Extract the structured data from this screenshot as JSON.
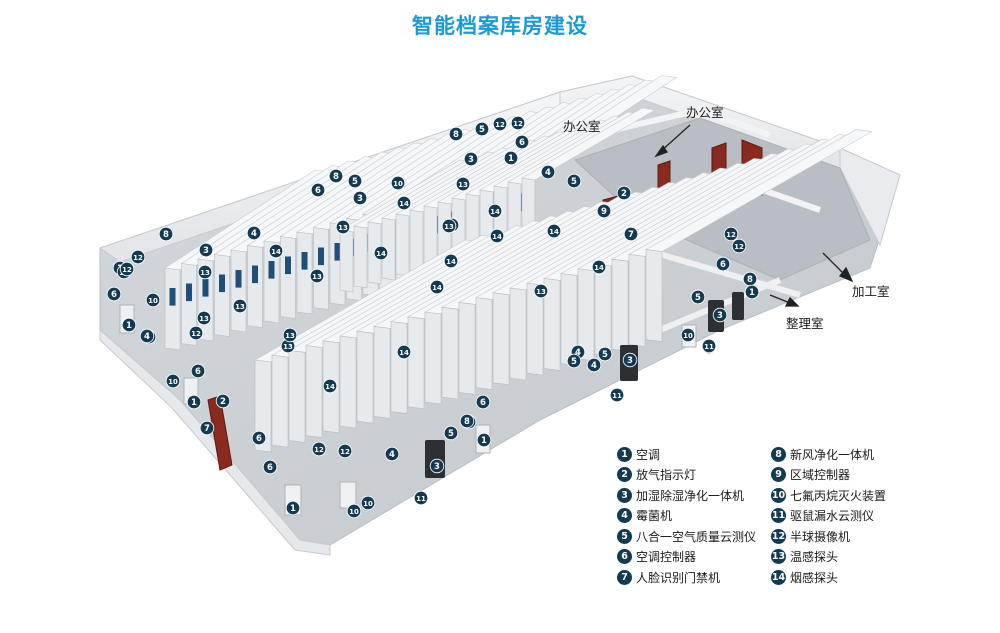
{
  "title": "智能档案库房建设",
  "rooms": {
    "office_left": "办公室",
    "office_right": "办公室",
    "processing": "加工室",
    "sorting": "整理室"
  },
  "legend": [
    {
      "num": "1",
      "label": "空调"
    },
    {
      "num": "2",
      "label": "放气指示灯"
    },
    {
      "num": "3",
      "label": "加湿除湿净化一体机"
    },
    {
      "num": "4",
      "label": "霉菌机"
    },
    {
      "num": "5",
      "label": "八合一空气质量云测仪"
    },
    {
      "num": "6",
      "label": "空调控制器"
    },
    {
      "num": "7",
      "label": "人脸识别门禁机"
    },
    {
      "num": "8",
      "label": "新风净化一体机"
    },
    {
      "num": "9",
      "label": "区域控制器"
    },
    {
      "num": "10",
      "label": "七氟丙烷灭火装置"
    },
    {
      "num": "11",
      "label": "驱鼠漏水云测仪"
    },
    {
      "num": "12",
      "label": "半球摄像机"
    },
    {
      "num": "13",
      "label": "温感探头"
    },
    {
      "num": "14",
      "label": "烟感探头"
    }
  ],
  "markers": [
    "8",
    "5",
    "12",
    "12",
    "6",
    "3",
    "1",
    "8",
    "5",
    "6",
    "3",
    "10",
    "13",
    "4",
    "5",
    "14",
    "4",
    "13",
    "8",
    "3",
    "14",
    "14",
    "13",
    "14",
    "12",
    "1",
    "12",
    "12",
    "13",
    "13",
    "14",
    "14",
    "14",
    "14",
    "14",
    "13",
    "12",
    "13",
    "6",
    "10",
    "1",
    "4",
    "9",
    "7",
    "2",
    "12",
    "12",
    "6",
    "8",
    "5",
    "4",
    "14",
    "13",
    "13",
    "13",
    "14",
    "12",
    "5",
    "4",
    "3",
    "11",
    "10",
    "11",
    "5",
    "8",
    "6",
    "3",
    "11",
    "1",
    "6",
    "10",
    "2",
    "1",
    "10",
    "7",
    "6",
    "4",
    "12",
    "12",
    "3",
    "11",
    "10",
    "1",
    "6",
    "5",
    "8",
    "1",
    "4"
  ],
  "colors": {
    "title": "#1a9bd7",
    "badge": "#123a52",
    "door": "#8a2a1f"
  }
}
